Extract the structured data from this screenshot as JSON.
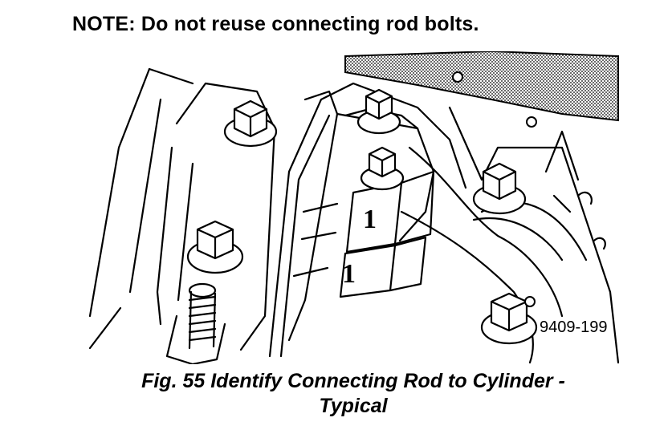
{
  "note": "NOTE: Do not reuse connecting rod bolts.",
  "figure": {
    "reference_number": "9409-199",
    "cap_mark_upper": "1",
    "cap_mark_lower": "1"
  },
  "caption": {
    "line1": "Fig. 55 Identify Connecting Rod to Cylinder -",
    "line2": "Typical"
  }
}
